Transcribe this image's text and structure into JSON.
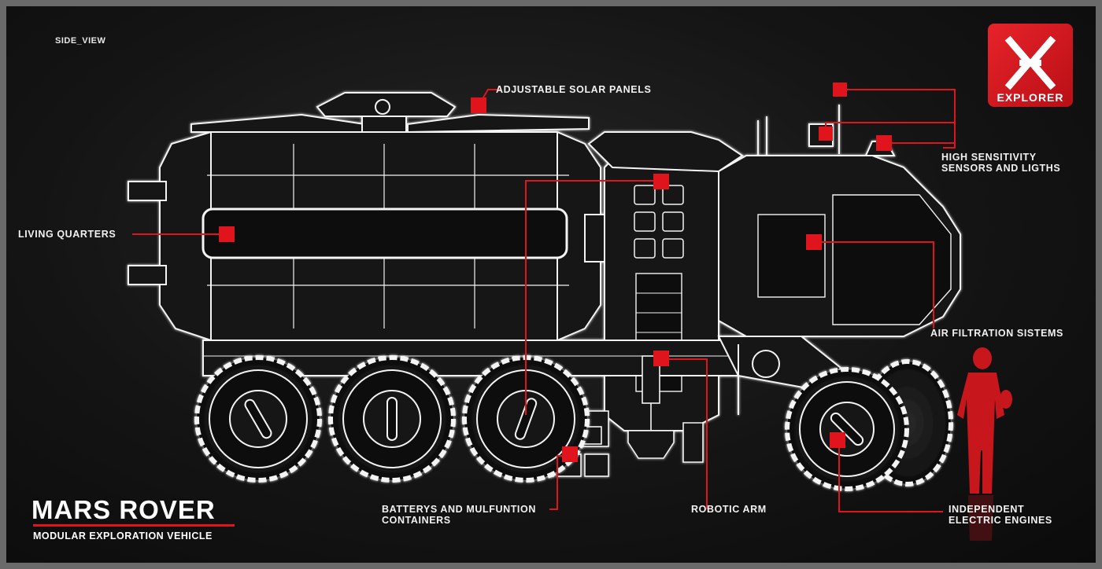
{
  "view_label": "SIDE_VIEW",
  "title": "MARS ROVER",
  "subtitle": "MODULAR EXPLORATION VEHICLE",
  "logo_text": "EXPLORER",
  "accent_color": "#e0141c",
  "callouts": {
    "solar_panels": "ADJUSTABLE SOLAR PANELS",
    "sensors": "HIGH SENSITIVITY\nSENSORS AND LIGTHS",
    "living_quarters": "LIVING QUARTERS",
    "air_filtration": "AIR FILTRATION SISTEMS",
    "batteries": "BATTERYS AND MULFUNTION\nCONTAINERS",
    "robotic_arm": "ROBOTIC ARM",
    "engines": "INDEPENDENT\nELECTRIC ENGINES"
  }
}
